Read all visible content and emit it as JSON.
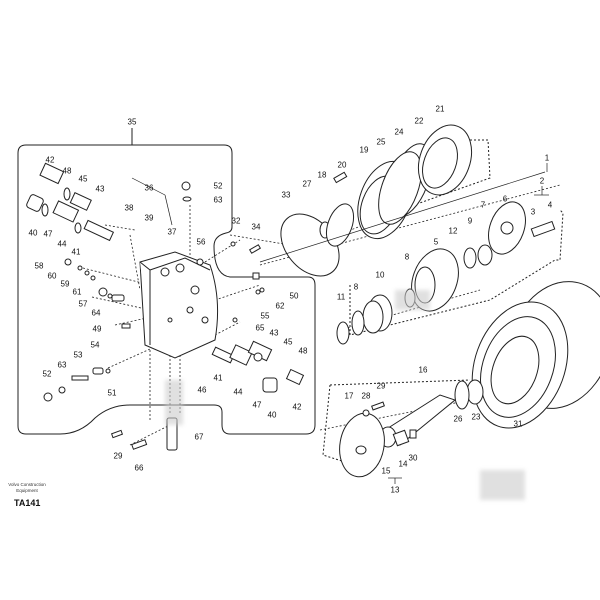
{
  "diagram": {
    "labels": [
      "35",
      "42",
      "48",
      "45",
      "43",
      "40",
      "47",
      "44",
      "41",
      "38",
      "36",
      "39",
      "37",
      "52",
      "63",
      "32",
      "34",
      "56",
      "58",
      "60",
      "59",
      "61",
      "57",
      "64",
      "50",
      "62",
      "55",
      "49",
      "65",
      "54",
      "53",
      "63",
      "52",
      "51",
      "43",
      "45",
      "48",
      "41",
      "44",
      "47",
      "40",
      "42",
      "46",
      "67",
      "29",
      "66",
      "21",
      "22",
      "24",
      "25",
      "19",
      "20",
      "18",
      "27",
      "33",
      "1",
      "2",
      "3",
      "4",
      "6",
      "7",
      "9",
      "12",
      "5",
      "8",
      "10",
      "8",
      "11",
      "16",
      "29",
      "28",
      "17",
      "26",
      "23",
      "31",
      "30",
      "15",
      "14",
      "13"
    ],
    "brand": "Volvo Construction Equipment",
    "code": "TA141"
  }
}
